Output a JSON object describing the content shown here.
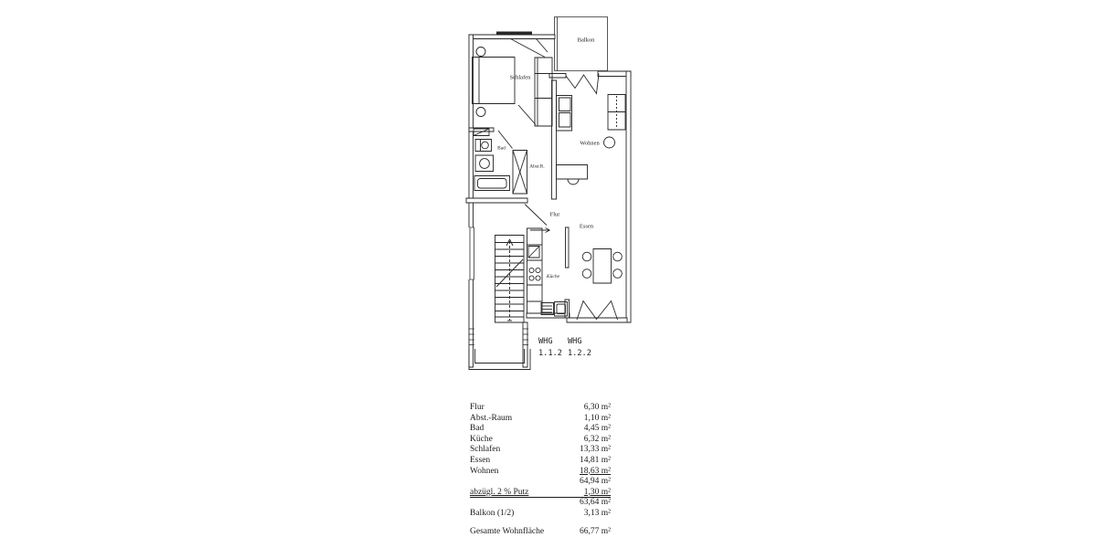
{
  "colors": {
    "ink": "#262626",
    "paper": "#ffffff"
  },
  "floor_plan": {
    "labels": {
      "balkon": "Balkon",
      "schlafen": "Schlafen",
      "bad": "Bad",
      "abstellraum": "Abst.R.",
      "wohnen": "Wohnen",
      "flur": "Flur",
      "essen": "Essen",
      "kueche": "Küche"
    },
    "units": [
      {
        "name": "WHG",
        "number": "1.1.2"
      },
      {
        "name": "WHG",
        "number": "1.2.2"
      }
    ]
  },
  "area_table": {
    "rows": [
      {
        "label": "Flur",
        "value": "6,30 m²"
      },
      {
        "label": "Abst.-Raum",
        "value": "1,10 m²"
      },
      {
        "label": "Bad",
        "value": "4,45 m²"
      },
      {
        "label": "Küche",
        "value": "6,32 m²"
      },
      {
        "label": "Schlafen",
        "value": "13,33 m²"
      },
      {
        "label": "Essen",
        "value": "14,81 m²"
      },
      {
        "label": "Wohnen",
        "value": "18,63 m²"
      },
      {
        "label": "",
        "value": "64,94 m²"
      },
      {
        "label": "abzügl. 2 % Putz",
        "value": "1,30 m²"
      },
      {
        "label": "",
        "value": "63,64 m²"
      },
      {
        "label": "Balkon (1/2)",
        "value": "3,13 m²"
      },
      {
        "label": "Gesamte Wohnfläche",
        "value": "66,77 m²"
      }
    ]
  }
}
